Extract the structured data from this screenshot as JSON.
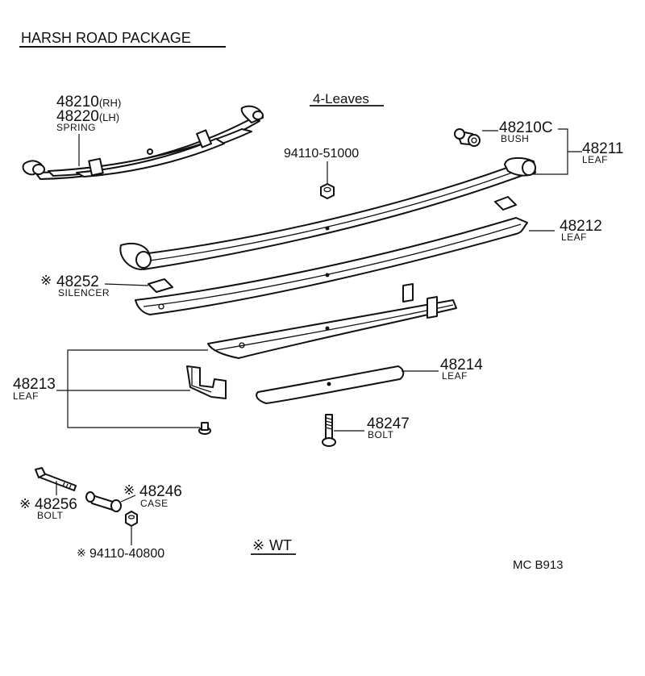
{
  "title": "HARSH  ROAD  PACKAGE",
  "subtitle": "4-Leaves",
  "diagram_code": "MC  B913",
  "parts": {
    "spring": {
      "line1": "48210",
      "suffix1": "(RH)",
      "line2": "48220",
      "suffix2": "(LH)",
      "name": "SPRING"
    },
    "nut_top": {
      "number": "94110-51000"
    },
    "bush": {
      "number": "48210C",
      "name": "BUSH"
    },
    "leaf_48211": {
      "number": "48211",
      "name": "LEAF"
    },
    "leaf_48212": {
      "number": "48212",
      "name": "LEAF"
    },
    "silencer": {
      "mark": "※",
      "number": "48252",
      "name": "SILENCER"
    },
    "leaf_48213": {
      "number": "48213",
      "name": "LEAF"
    },
    "leaf_48214": {
      "number": "48214",
      "name": "LEAF"
    },
    "bolt_48247": {
      "number": "48247",
      "name": "BOLT"
    },
    "bolt_48256": {
      "mark": "※",
      "number": "48256",
      "name": "BOLT"
    },
    "case": {
      "mark": "※",
      "number": "48246",
      "name": "CASE"
    },
    "nut_bottom": {
      "mark": "※",
      "number": "94110-40800"
    },
    "wt_note": {
      "mark": "※",
      "text": "WT"
    }
  }
}
